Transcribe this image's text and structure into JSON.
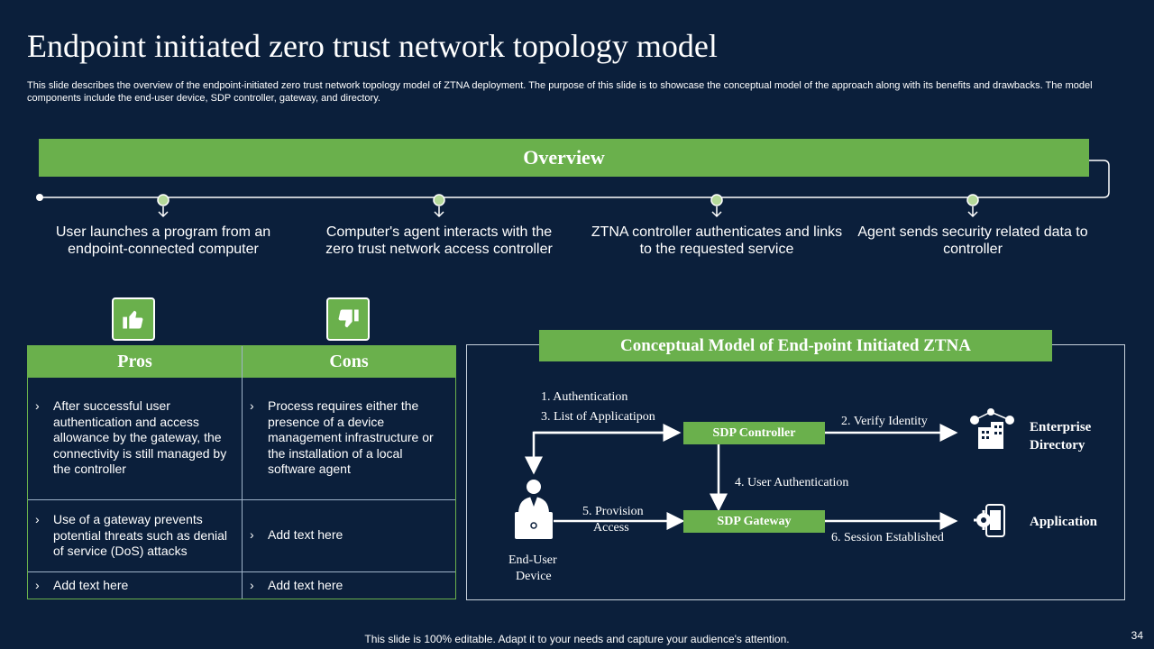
{
  "title": "Endpoint initiated zero trust network topology model",
  "description": "This slide describes the overview of the endpoint-initiated zero trust network topology model of ZTNA deployment. The purpose of this slide is to showcase the conceptual model of the approach along with its benefits and drawbacks. The model components include the end-user device, SDP controller, gateway, and directory.",
  "overview": {
    "label": "Overview",
    "steps": [
      "User launches a program from an endpoint-connected computer",
      "Computer's agent interacts with the zero trust network access controller",
      "ZTNA controller authenticates and links to the requested service",
      "Agent sends security related data to controller"
    ]
  },
  "pros_cons": {
    "pros_label": "Pros",
    "cons_label": "Cons",
    "bullet": "›",
    "pros": [
      "After successful user authentication and access allowance by the gateway, the connectivity is still managed by the controller",
      "Use of a gateway prevents potential threats such as denial of service (DoS) attacks",
      "Add text here"
    ],
    "cons": [
      "Process requires either the presence of a device management infrastructure or the installation of a local software agent",
      "Add text here",
      "Add text here"
    ],
    "icons": [
      "thumbs-up-icon",
      "thumbs-down-icon"
    ]
  },
  "model": {
    "title": "Conceptual Model of End-point Initiated ZTNA",
    "sdp_controller": "SDP Controller",
    "sdp_gateway": "SDP Gateway",
    "label_auth": "1. Authentication",
    "label_list": "3. List of Applicatipon",
    "label_verify": "2. Verify Identity",
    "label_user_auth": "4. User Authentication",
    "label_provision_1": "5. Provision",
    "label_provision_2": "Access",
    "label_session": "6. Session Established",
    "end_user_1": "End-User",
    "end_user_2": "Device",
    "enterprise_1": "Enterprise",
    "enterprise_2": "Directory",
    "application": "Application"
  },
  "colors": {
    "background": "#0b1f3b",
    "accent": "#6ab04c"
  },
  "footer": "This slide is 100% editable. Adapt it to your needs and capture your audience's attention.",
  "page_number": "34"
}
